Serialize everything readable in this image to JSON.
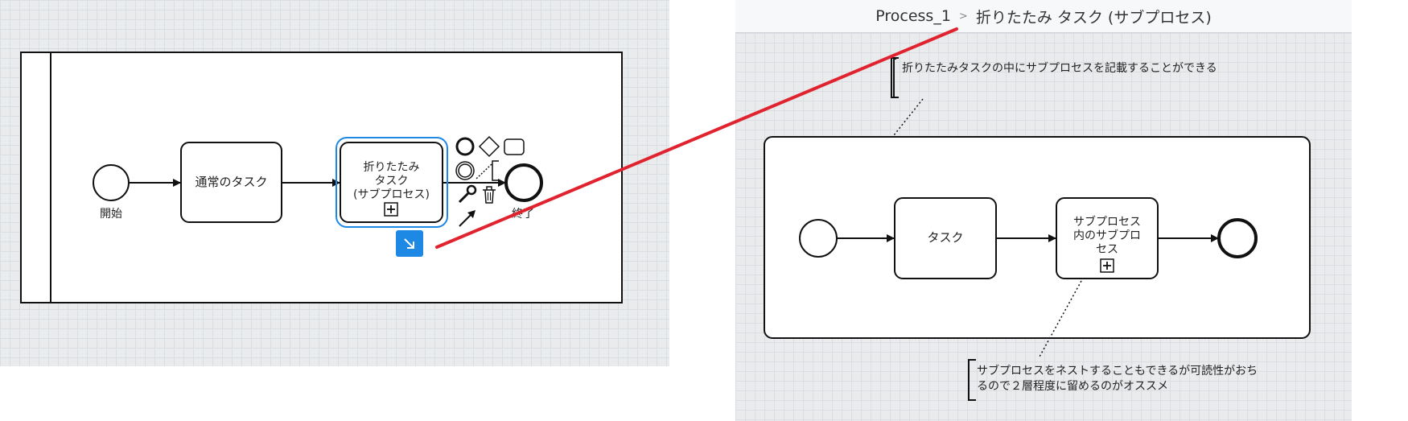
{
  "breadcrumb": {
    "root": "Process_1",
    "separator": ">",
    "current": "折りたたみ タスク (サブプロセス)"
  },
  "main_diagram": {
    "start_label": "開始",
    "task_label": "通常のタスク",
    "collapsed_subprocess_label_lines": [
      "折りたたみ",
      "タスク",
      "(サブプロセス)"
    ],
    "end_label": "終了"
  },
  "drill_down_button": {
    "icon": "arrow-down-right-icon"
  },
  "context_pad": {
    "icons": [
      "start-event-icon",
      "gateway-icon",
      "task-icon",
      "intermediate-event-icon",
      "annotation-icon",
      "wrench-icon",
      "delete-icon",
      "connect-icon"
    ]
  },
  "sub_diagram": {
    "task_label": "タスク",
    "nested_subprocess_label_lines": [
      "サブプロセス",
      "内のサブプロ",
      "セス"
    ],
    "annotation_top": "折りたたみタスクの中にサブプロセスを記載することができる",
    "annotation_bottom_lines": [
      "サブプロセスをネストすることもできるが可読性がおち",
      "るので２層程度に留めるのがオススメ"
    ]
  },
  "colors": {
    "selection": "#1e88e5",
    "accent_button": "#1e88e5",
    "pointer_line": "#e0232e",
    "stroke": "#111111"
  }
}
